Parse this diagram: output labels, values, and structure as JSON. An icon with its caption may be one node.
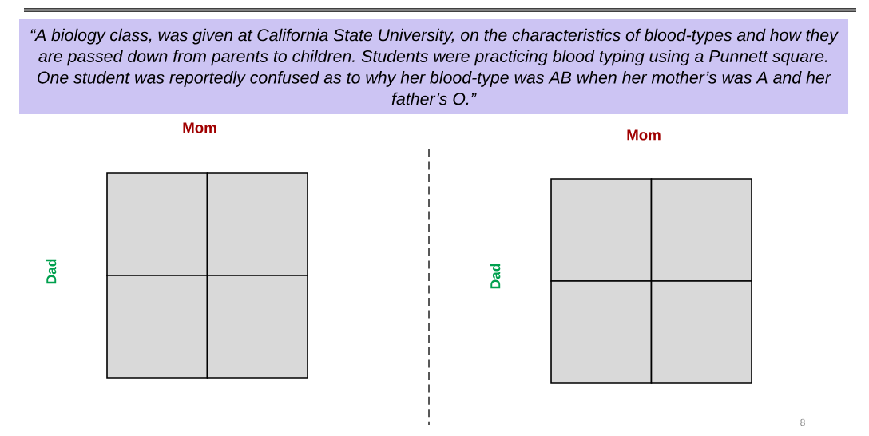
{
  "diagram": {
    "nodes": [
      {
        "text": [
          "“A biology class, was given at California State University, on the characteristics of blood-types and how they are passed down from parents to children. Students were practicing blood typing using a Punnett square. One student was reportedly confused as to why her blood-type was AB when her mother’s was A and her father’s O.”"
        ]
      }
    ],
    "labels": [
      "Mom",
      "Mom",
      "Dad",
      "Dad",
      "8"
    ]
  }
}
